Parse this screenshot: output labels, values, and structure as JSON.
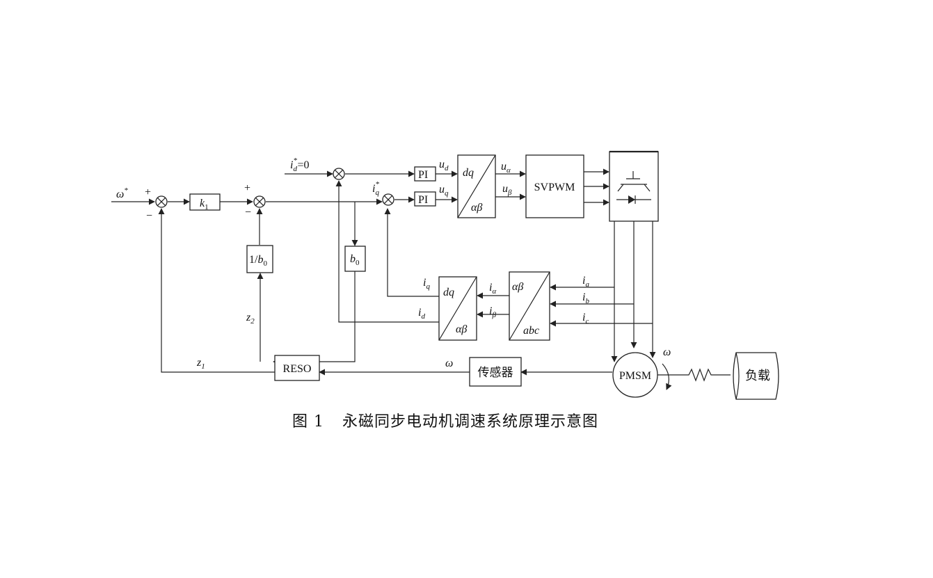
{
  "labels": {
    "omega_ref_sym": "ω",
    "omega_ref_sup": "*",
    "plus": "+",
    "minus": "−",
    "k1_main": "k",
    "k1_sub": "1",
    "id_ref_i": "i",
    "id_ref_sub": "d",
    "id_ref_sup": "*",
    "id_ref_val": "=0",
    "iq_ref_i": "i",
    "iq_ref_sub": "q",
    "iq_ref_sup": "*",
    "pi": "PI",
    "u": "u",
    "d": "d",
    "q": "q",
    "alpha": "α",
    "beta": "β",
    "dq": "dq",
    "alphabeta": "αβ",
    "abc": "abc",
    "svpwm": "SVPWM",
    "b0_main": "b",
    "b0_sub": "0",
    "inv_b0_prefix": "1/",
    "i": "i",
    "a": "a",
    "b": "b",
    "c": "c",
    "z": "z",
    "one": "1",
    "two": "2",
    "reso": "RESO",
    "omega": "ω",
    "sensor": "传感器",
    "pmsm": "PMSM",
    "load": "负载"
  },
  "caption": {
    "figure_no": "图 1",
    "title": "永磁同步电动机调速系统原理示意图"
  }
}
